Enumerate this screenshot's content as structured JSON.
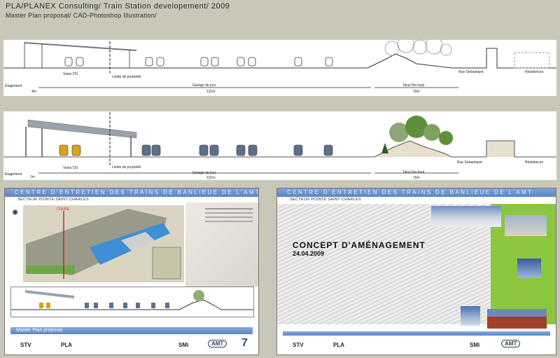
{
  "header": {
    "title": "PLA/PLANEX Consulting/ Train Station developement/ 2009",
    "subtitle": "Master Plan proposal/ CAD-Photoshop Illustration/"
  },
  "section1": {
    "labels": {
      "voies": "Voies CN",
      "limite": "Limite de propriété",
      "etagement": "Étagement",
      "dim_small": "4m",
      "garage": "Garage de jour",
      "dim_garage": "131m",
      "talus": "Talus 5m haut",
      "dim_talus": "15m",
      "rue": "Rue Sebastopol",
      "residences": "Résidences"
    }
  },
  "section2": {
    "labels": {
      "voies": "Voies CN",
      "limite": "Limite de propriété",
      "etagement": "Étagement",
      "dim_small": "1m",
      "garage": "Garage de jour",
      "dim_garage": "131m",
      "talus": "Talus 5m haut",
      "dim_talus": "15m",
      "rue": "Rue Sebastopol",
      "residences": "Résidences"
    }
  },
  "board_left": {
    "header": "CENTRE D'ENTRETIEN DES TRAINS DE BANLIEUE DE L'AMT",
    "sector": "SECTEUR POINTE SAINT-CHARLES",
    "plan_label": "COUPE",
    "footer_title": "Master Plan proposal",
    "page_number": "7",
    "logos": [
      "STV",
      "PLA",
      "SMi",
      "AMT"
    ]
  },
  "board_right": {
    "header": "CENTRE D'ENTRETIEN DES TRAINS DE BANLIEUE DE L'AMT",
    "sector": "SECTEUR POINTE SAINT-CHARLES",
    "concept_title": "CONCEPT D'AMÉNAGEMENT",
    "concept_date": "24.04.2009",
    "logos": [
      "STV",
      "PLA",
      "SMi",
      "AMT"
    ]
  },
  "colors": {
    "background": "#c9c8b8",
    "board_blue": "#5a86c6",
    "green_band": "#8cc63f",
    "water_blue": "#3d8fd6"
  }
}
